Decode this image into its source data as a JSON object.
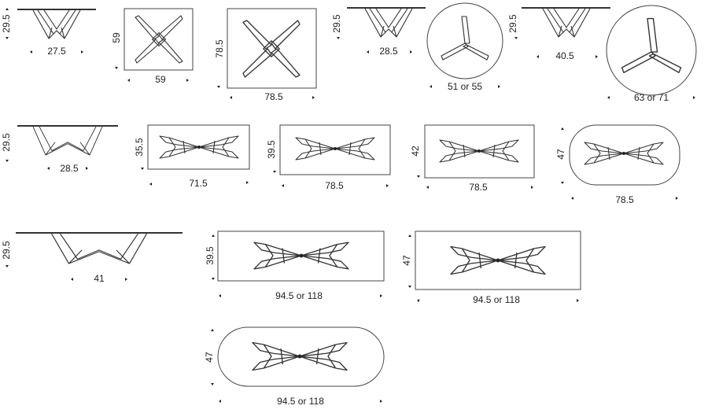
{
  "rows": [
    {
      "items": [
        {
          "id": "side-1",
          "view": "side",
          "height_label": "29.5",
          "width_label": "27.5"
        },
        {
          "id": "square-59",
          "view": "square",
          "height_label": "59",
          "width_label": "59"
        },
        {
          "id": "square-78",
          "view": "square",
          "height_label": "78.5",
          "width_label": "78.5"
        },
        {
          "id": "side-2",
          "view": "side",
          "height_label": "29.5",
          "width_label": "28.5"
        },
        {
          "id": "round-51",
          "view": "round",
          "width_label": "51 or 55"
        },
        {
          "id": "side-3",
          "view": "side",
          "height_label": "29.5",
          "width_label": "40.5"
        },
        {
          "id": "round-63",
          "view": "round",
          "width_label": "63 or 71"
        }
      ]
    },
    {
      "items": [
        {
          "id": "side-4",
          "view": "side",
          "height_label": "29.5",
          "width_label": "28.5"
        },
        {
          "id": "rect-71",
          "view": "rect",
          "height_label": "35.5",
          "width_label": "71.5"
        },
        {
          "id": "rect-78a",
          "view": "rect",
          "height_label": "39.5",
          "width_label": "78.5"
        },
        {
          "id": "rect-78b",
          "view": "rect",
          "height_label": "42",
          "width_label": "78.5"
        },
        {
          "id": "oval-78",
          "view": "oval",
          "height_label": "47",
          "width_label": "78.5"
        }
      ]
    },
    {
      "items": [
        {
          "id": "side-5",
          "view": "side",
          "height_label": "29.5",
          "width_label": "41"
        },
        {
          "id": "rect-94a",
          "view": "rect",
          "height_label": "39.5",
          "width_label": "94.5 or 118"
        },
        {
          "id": "rect-94b",
          "view": "rect",
          "height_label": "47",
          "width_label": "94.5 or 118"
        }
      ]
    },
    {
      "items": [
        {
          "id": "oval-94",
          "view": "oval",
          "height_label": "47",
          "width_label": "94.5 or 118"
        }
      ]
    }
  ]
}
